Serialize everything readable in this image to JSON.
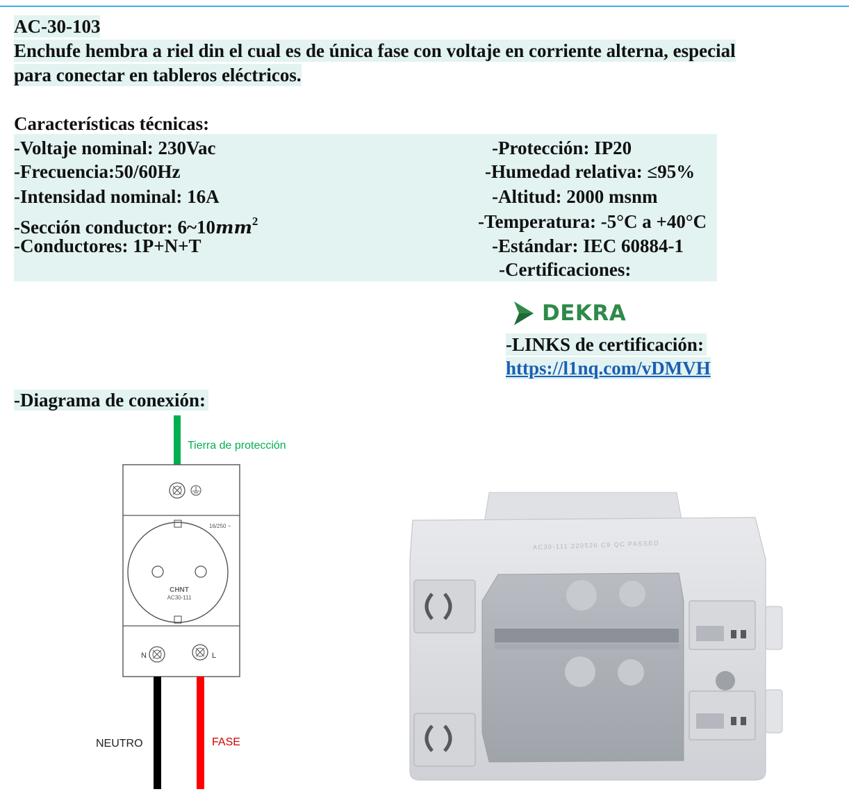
{
  "header": {
    "code": "AC-30-103",
    "description_line1": "Enchufe hembra a riel din el cual es de única fase con voltaje en corriente alterna, especial",
    "description_line2": "para conectar en tableros eléctricos."
  },
  "specs": {
    "heading": "Características técnicas:",
    "left": [
      "-Voltaje nominal: 230Vac",
      "-Frecuencia:50/60Hz",
      "-Intensidad nominal:  16A",
      "-Sección conductor: 6~10",
      "-Conductores: 1P+N+T"
    ],
    "section_unit": "mm",
    "section_exp": "2",
    "right": [
      "-Protección: IP20",
      "-Humedad relativa: ≤95%",
      "-Altitud: 2000 msnm",
      "-Temperatura: -5°C a +40°C",
      "-Estándar: IEC 60884-1",
      "-Certificaciones:"
    ]
  },
  "certification": {
    "logo_text": "DEKRA",
    "links_label": "-LINKS de certificación:",
    "link_url": "https://l1nq.com/vDMVH"
  },
  "diagram": {
    "title": "-Diagrama de conexión:",
    "earth_label": "Tierra de protección",
    "neutral_label": "NEUTRO",
    "phase_label": "FASE",
    "rating": "16/250 ~",
    "brand": "CHNT",
    "model": "AC30-111",
    "terminal_n": "N",
    "terminal_l": "L",
    "wire_colors": {
      "earth": "#00b050",
      "neutral": "#000000",
      "phase": "#ff0000"
    }
  },
  "photo": {
    "engraving": "AC30-111 220526 C9 QC PASSED"
  }
}
